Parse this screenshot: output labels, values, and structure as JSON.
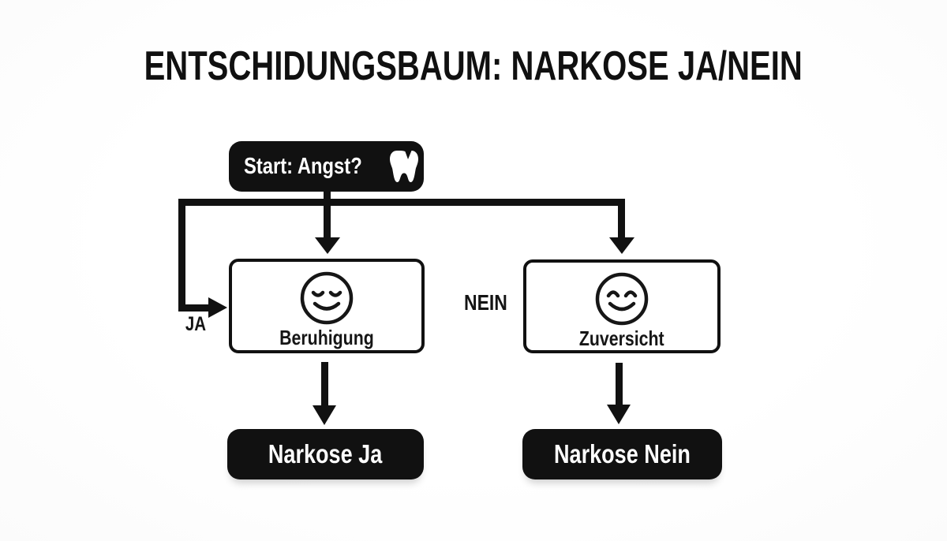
{
  "title": "ENTSCHIDUNGSBAUM: NARKOSE JA/NEIN",
  "colors": {
    "ink": "#111111",
    "background": "#fcfcfc",
    "dark_node_fill": "#111111",
    "dark_node_text": "#ffffff",
    "light_node_fill": "#ffffff",
    "light_node_border": "#111111"
  },
  "diagram": {
    "type": "decision-tree",
    "nodes": [
      {
        "id": "start",
        "label": "Start: Angst?",
        "icon": "tooth-icon",
        "style": "dark-pill"
      },
      {
        "id": "beruhigung",
        "label": "Beruhigung",
        "icon": "relieved-face-icon",
        "style": "light-outline"
      },
      {
        "id": "zuversicht",
        "label": "Zuversicht",
        "icon": "smiling-face-icon",
        "style": "light-outline"
      },
      {
        "id": "narkose-ja",
        "label": "Narkose Ja",
        "style": "dark-pill"
      },
      {
        "id": "narkose-nein",
        "label": "Narkose Nein",
        "style": "dark-pill"
      }
    ],
    "edges": [
      {
        "from": "start",
        "to": "beruhigung",
        "label": "JA",
        "route": "left-elbow"
      },
      {
        "from": "start",
        "to": "beruhigung",
        "label": "",
        "route": "straight-down"
      },
      {
        "from": "start",
        "to": "zuversicht",
        "label": "NEIN",
        "route": "right-elbow"
      },
      {
        "from": "beruhigung",
        "to": "narkose-ja",
        "label": "",
        "route": "straight-down"
      },
      {
        "from": "zuversicht",
        "to": "narkose-nein",
        "label": "",
        "route": "straight-down"
      }
    ]
  }
}
